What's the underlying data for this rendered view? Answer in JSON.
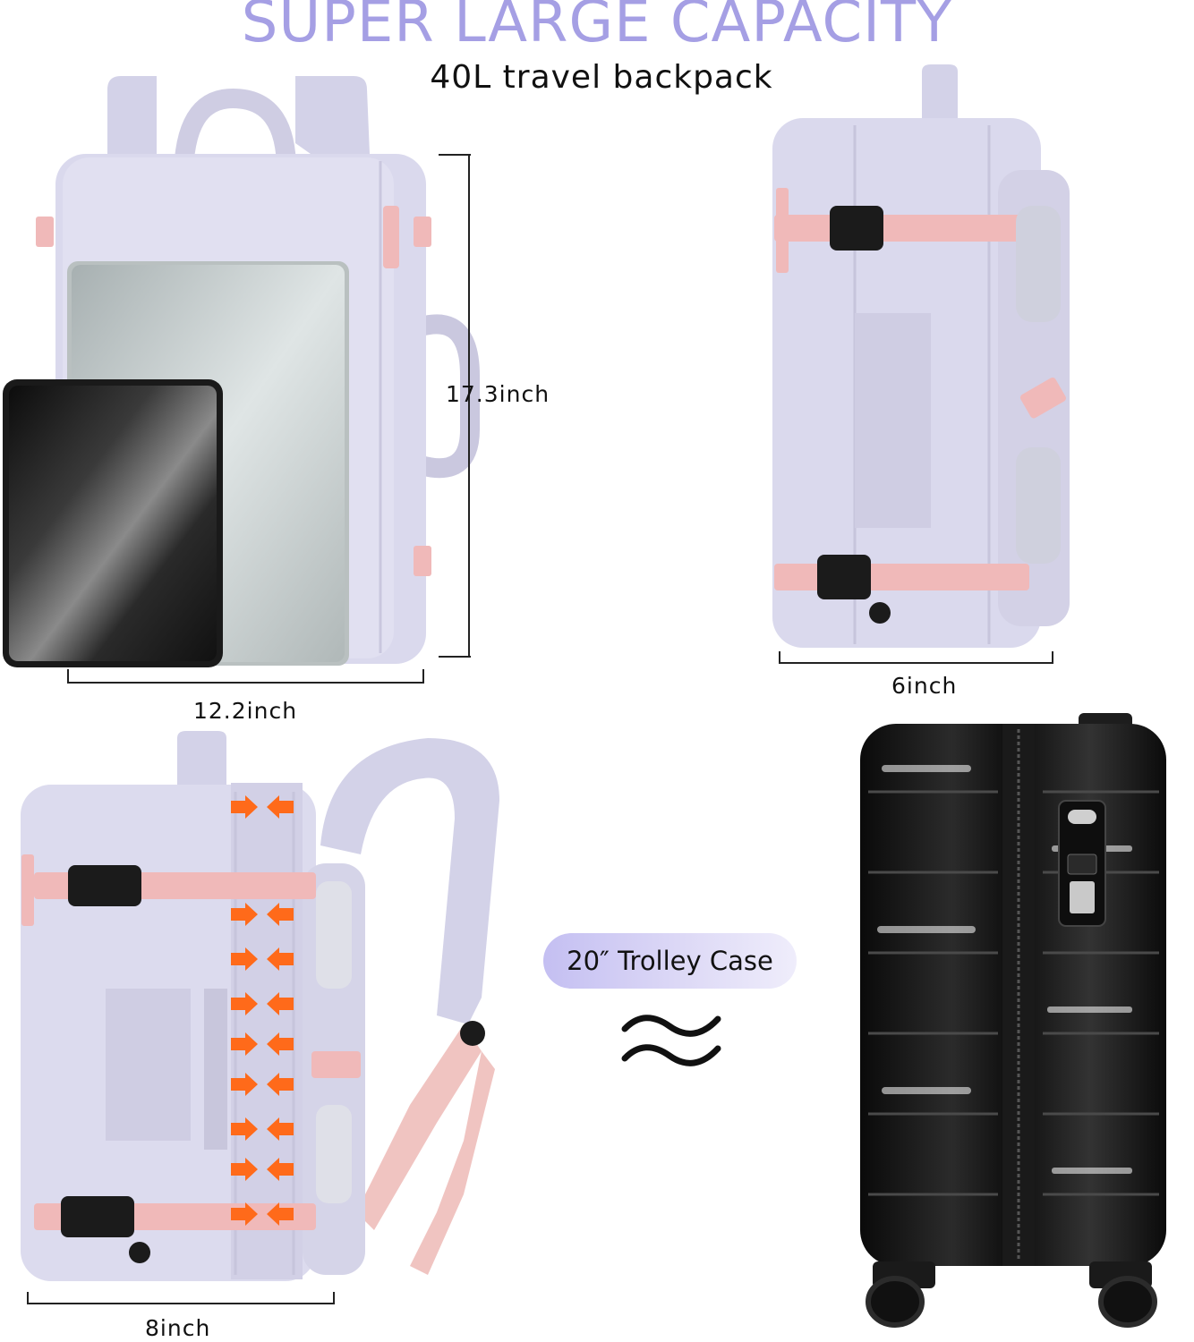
{
  "header": {
    "title": "SUPER LARGE CAPACITY",
    "subtitle": "40L travel backpack"
  },
  "dimensions": {
    "height": "17.3inch",
    "width": "12.2inch",
    "depth_side": "6inch",
    "depth_expanded": "8inch"
  },
  "comparison": {
    "badge": "20″ Trolley Case",
    "approx_symbol": "≈"
  },
  "colors": {
    "title": "#a59fe4",
    "backpack": "#d9d8ec",
    "strap": "#f0b9b9",
    "suitcase": "#121212",
    "arrow": "#ff6a1a"
  }
}
